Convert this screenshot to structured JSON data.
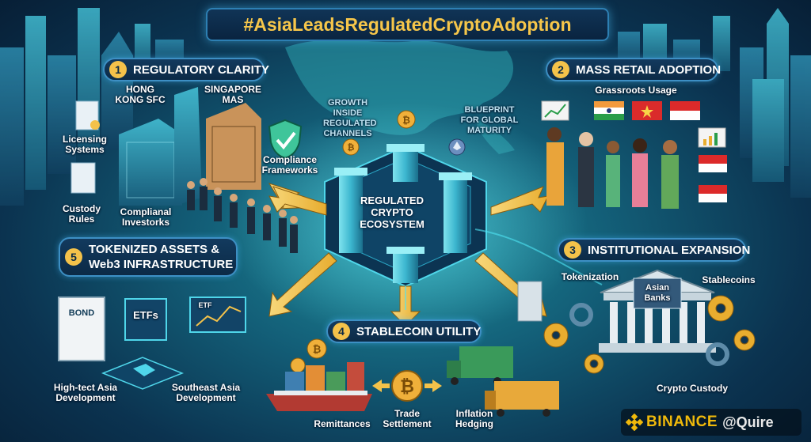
{
  "title": "#AsiaLeadsRegulatedCryptoAdoption",
  "center": {
    "label": "REGULATED CRYPTO ECOSYSTEM"
  },
  "sections": {
    "regulatory": {
      "number": "1",
      "label": "REGULATORY CLARITY"
    },
    "retail": {
      "number": "2",
      "label": "MASS RETAIL ADOPTION"
    },
    "institutional": {
      "number": "3",
      "label": "INSTITUTIONAL EXPANSION"
    },
    "stablecoin": {
      "number": "4",
      "label": "STABLECOIN UTILITY"
    },
    "tokenized": {
      "number": "5",
      "line1": "TOKENIZED ASSETS &",
      "line2": "Web3 INFRASTRUCTURE"
    }
  },
  "labels": {
    "hk": "HONG KONG SFC",
    "sg": "SINGAPORE MAS",
    "licensing": "Licensing Systems",
    "compliance": "Compliance Frameworks",
    "custody_rules": "Custody Rules",
    "investors": "Complianal Investorks",
    "growth": "GROWTH INSIDE REGULATED CHANNELS",
    "blueprint": "BLUEPRINT FOR GLOBAL MATURITY",
    "grassroots": "Grassroots Usage",
    "tokenization": "Tokenization",
    "stablecoins": "Stablecoins",
    "asian_banks": "Asian Banks",
    "crypto_custody": "Crypto Custody",
    "remittances": "Remittances",
    "trade_settlement": "Trade Settlement",
    "inflation_hedging": "Inflation Hedging",
    "hightech": "High-tect Asia Development",
    "sea": "Southeast Asia Development",
    "bond": "BOND",
    "etfs": "ETFs",
    "etf_small": "ETF"
  },
  "brand": {
    "name": "BINANCE",
    "handle": "@Quire"
  },
  "colors": {
    "accent": "#f4c24a",
    "teal": "#29c6d6",
    "navy": "#0b2a45",
    "binance": "#f0b90b"
  }
}
